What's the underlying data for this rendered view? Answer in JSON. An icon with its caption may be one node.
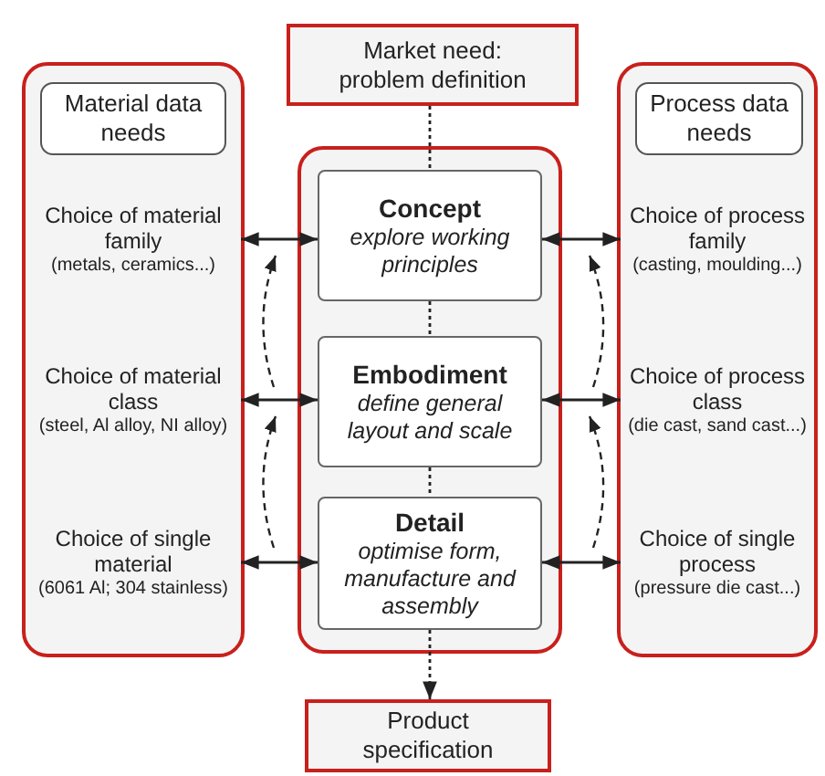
{
  "diagram": {
    "nodes": [
      {
        "text": [
          "Market need: problem definition"
        ]
      },
      {
        "text": [],
        "shape": "box"
      },
      {
        "text": [
          "Material data needs"
        ],
        "in": 1
      },
      {
        "text": [
          "Choice of material family",
          "(metals, ceramics...)"
        ],
        "in": 1
      },
      {
        "text": [
          "Choice of material class",
          "(steel, Al alloy, NI alloy)"
        ],
        "in": 1
      },
      {
        "text": [
          "Choice of single material",
          "(6061 Al;  304 stainless)"
        ],
        "in": 1
      },
      {
        "text": [],
        "shape": "box"
      },
      {
        "text": [
          "Concept",
          "explore working principles"
        ],
        "in": 6
      },
      {
        "text": [
          "Embodiment",
          "define general layout and scale"
        ],
        "in": 6
      },
      {
        "text": [
          "Detail",
          "optimise form, manufacture and assembly"
        ],
        "in": 6
      },
      {
        "text": [],
        "shape": "box"
      },
      {
        "text": [
          "Process data needs"
        ],
        "in": 10
      },
      {
        "text": [
          "Choice of process family",
          "(casting, moulding...)"
        ],
        "in": 10
      },
      {
        "text": [
          "Choice of process class",
          "(die cast, sand cast...)"
        ],
        "in": 10
      },
      {
        "text": [
          "Choice of single process",
          "(pressure die cast...)"
        ],
        "in": 10
      },
      {
        "text": [
          "Product specification"
        ]
      }
    ],
    "edges": [
      {
        "from": 0,
        "to": 7,
        "arrow": "none",
        "style": "dashed"
      },
      {
        "from": 7,
        "to": 8,
        "arrow": "none",
        "style": "dashed"
      },
      {
        "from": 8,
        "to": 9,
        "arrow": "none",
        "style": "dashed"
      },
      {
        "from": 9,
        "to": 15,
        "arrow": "to",
        "style": "dashed"
      },
      {
        "from": 3,
        "to": 7,
        "arrow": "both"
      },
      {
        "from": 4,
        "to": 8,
        "arrow": "both"
      },
      {
        "from": 5,
        "to": 9,
        "arrow": "both"
      },
      {
        "from": 7,
        "to": 12,
        "arrow": "both"
      },
      {
        "from": 8,
        "to": 13,
        "arrow": "both"
      },
      {
        "from": 9,
        "to": 14,
        "arrow": "both"
      }
    ]
  }
}
